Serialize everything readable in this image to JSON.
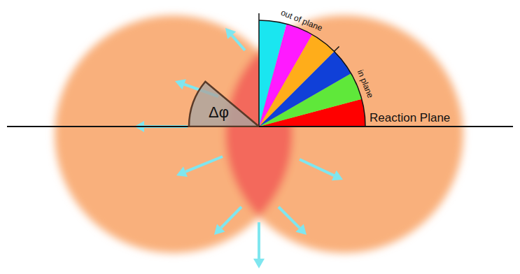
{
  "diagram": {
    "nodes": [
      {
        "text": [
          "Δφ"
        ]
      }
    ],
    "labels": [
      "out of plane",
      "in plane",
      "Reaction Plane"
    ]
  }
}
